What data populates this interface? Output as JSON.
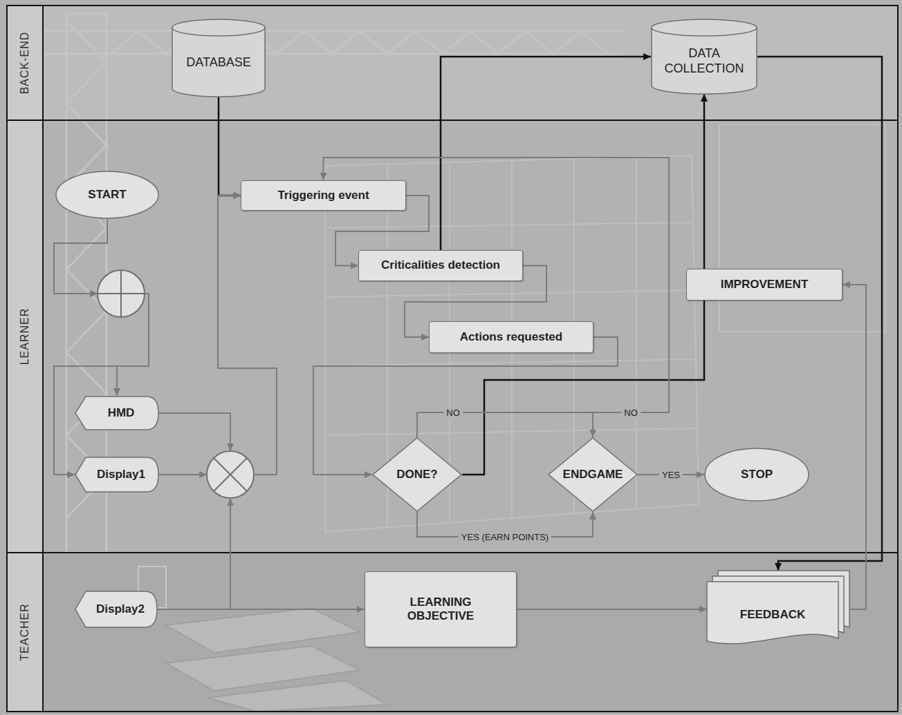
{
  "diagram": {
    "nodes": [
      {
        "text": [
          "BACK-END"
        ]
      },
      {
        "text": [
          "DATABASE"
        ],
        "in": 0
      },
      {
        "text": [
          "DATA COLLECTION"
        ],
        "in": 0
      },
      {
        "text": [
          "LEARNER"
        ]
      },
      {
        "text": [
          "START"
        ],
        "in": 3
      },
      {
        "text": [
          "Triggering event"
        ],
        "in": 3
      },
      {
        "text": [
          "Criticalities detection"
        ],
        "in": 3
      },
      {
        "text": [
          "IMPROVEMENT"
        ],
        "in": 3
      },
      {
        "text": [
          "Actions requested"
        ],
        "in": 3
      },
      {
        "text": [
          "HMD"
        ],
        "in": 3
      },
      {
        "text": [
          "Display1"
        ],
        "in": 3
      },
      {
        "text": [
          "DONE?"
        ],
        "in": 3
      },
      {
        "text": [
          "ENDGAME"
        ],
        "in": 3
      },
      {
        "text": [
          "STOP"
        ],
        "in": 3
      },
      {
        "text": [
          "TEACHER"
        ]
      },
      {
        "text": [
          "Display2"
        ],
        "in": 14
      },
      {
        "text": [
          "LEARNING OBJECTIVE"
        ],
        "in": 14
      },
      {
        "text": [
          "FEEDBACK"
        ],
        "in": 14
      }
    ],
    "edges": [
      {
        "from": 1,
        "to": 5,
        "arrow": "to"
      },
      {
        "from": 4,
        "to": 9,
        "arrow": "to"
      },
      {
        "from": 4,
        "to": 10,
        "arrow": "to"
      },
      {
        "from": 9,
        "to": 5,
        "arrow": "to"
      },
      {
        "from": 10,
        "to": 5,
        "arrow": "to"
      },
      {
        "from": 15,
        "to": 5,
        "arrow": "to"
      },
      {
        "from": 15,
        "to": 16,
        "arrow": "to"
      },
      {
        "from": 5,
        "to": 6,
        "arrow": "to"
      },
      {
        "from": 6,
        "to": 2,
        "arrow": "to"
      },
      {
        "from": 6,
        "to": 8,
        "arrow": "to"
      },
      {
        "from": 8,
        "to": 11,
        "arrow": "to"
      },
      {
        "from": 11,
        "to": 2,
        "arrow": "to"
      },
      {
        "from": 11,
        "to": 12,
        "label": "NO",
        "arrow": "to"
      },
      {
        "from": 11,
        "to": 12,
        "label": "YES (EARN POINTS)",
        "arrow": "to"
      },
      {
        "from": 12,
        "to": 13,
        "label": "YES",
        "arrow": "to"
      },
      {
        "from": 12,
        "to": 5,
        "label": "NO",
        "arrow": "to"
      },
      {
        "from": 2,
        "to": 17,
        "arrow": "to"
      },
      {
        "from": 16,
        "to": 17,
        "arrow": "to"
      },
      {
        "from": 17,
        "to": 7,
        "arrow": "to"
      }
    ]
  }
}
